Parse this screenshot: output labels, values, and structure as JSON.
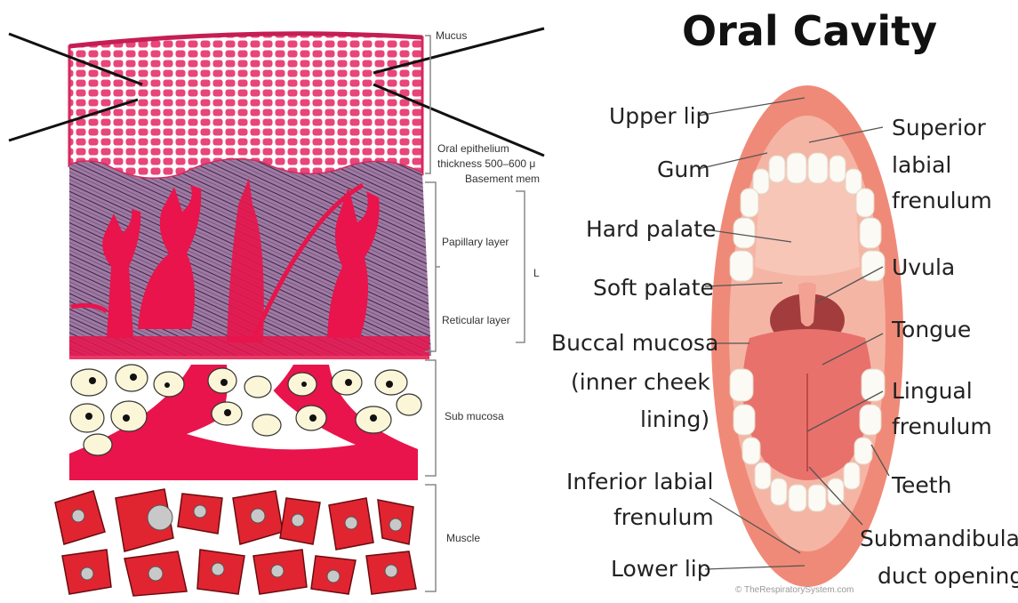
{
  "left_diagram": {
    "labels": {
      "mucus": "Mucus",
      "oral_epithelium": "Oral epithelium",
      "thickness": "thickness 500–600 μ",
      "basement": "Basement mem",
      "papillary": "Papillary layer",
      "side_letter": "L",
      "reticular": "Reticular layer",
      "submucosa": "Sub mucosa",
      "muscle": "Muscle"
    },
    "colors": {
      "epithelium": "#e8457a",
      "lamina": "#9b6a9e",
      "vessels": "#e8144b",
      "submucosa_cells": "#fbf6d8",
      "muscle": "#e02530"
    }
  },
  "right_diagram": {
    "title": "Oral Cavity",
    "labels": {
      "upper_lip": "Upper lip",
      "gum": "Gum",
      "hard_palate": "Hard palate",
      "soft_palate": "Soft palate",
      "buccal_1": "Buccal mucosa",
      "buccal_2": "(inner cheek",
      "buccal_3": "lining)",
      "inferior_1": "Inferior labial",
      "inferior_2": "frenulum",
      "lower_lip": "Lower lip",
      "superior_1": "Superior",
      "superior_2": "labial",
      "superior_3": "frenulum",
      "uvula": "Uvula",
      "tongue": "Tongue",
      "lingual_1": "Lingual",
      "lingual_2": "frenulum",
      "teeth": "Teeth",
      "submand_1": "Submandibular",
      "submand_2": "duct opening"
    },
    "credit": "© TheRespiratorySystem.com",
    "colors": {
      "lips": "#f08a78",
      "cavity": "#f5b5a5",
      "teeth": "#fbfaf4",
      "tongue": "#e9716b"
    }
  }
}
